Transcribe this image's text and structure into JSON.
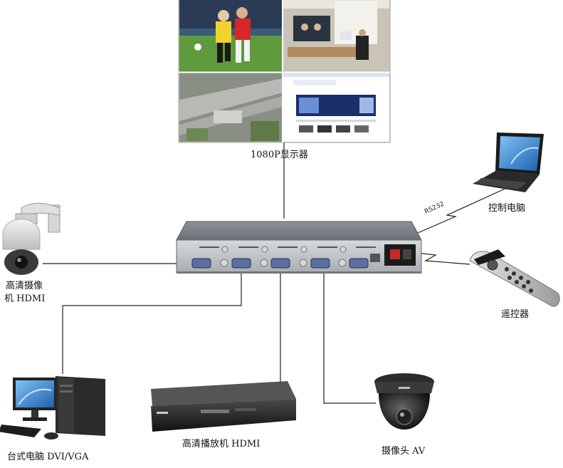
{
  "labels": {
    "display": "1080P显示器",
    "hd_camera_line1": "高清摄像",
    "hd_camera_line2": "机 HDMI",
    "control_pc": "控制电脑",
    "remote": "遥控器",
    "desktop_pc": "台式电脑 DVI/VGA",
    "hd_player": "高清播放机 HDMI",
    "camera_av": "摄像头 AV",
    "rs232": "RS232"
  },
  "colors": {
    "line": "#222222",
    "device_dark": "#2a2a2a",
    "chassis": "#a7abb0",
    "screen_blue": "#2f7fd0"
  }
}
